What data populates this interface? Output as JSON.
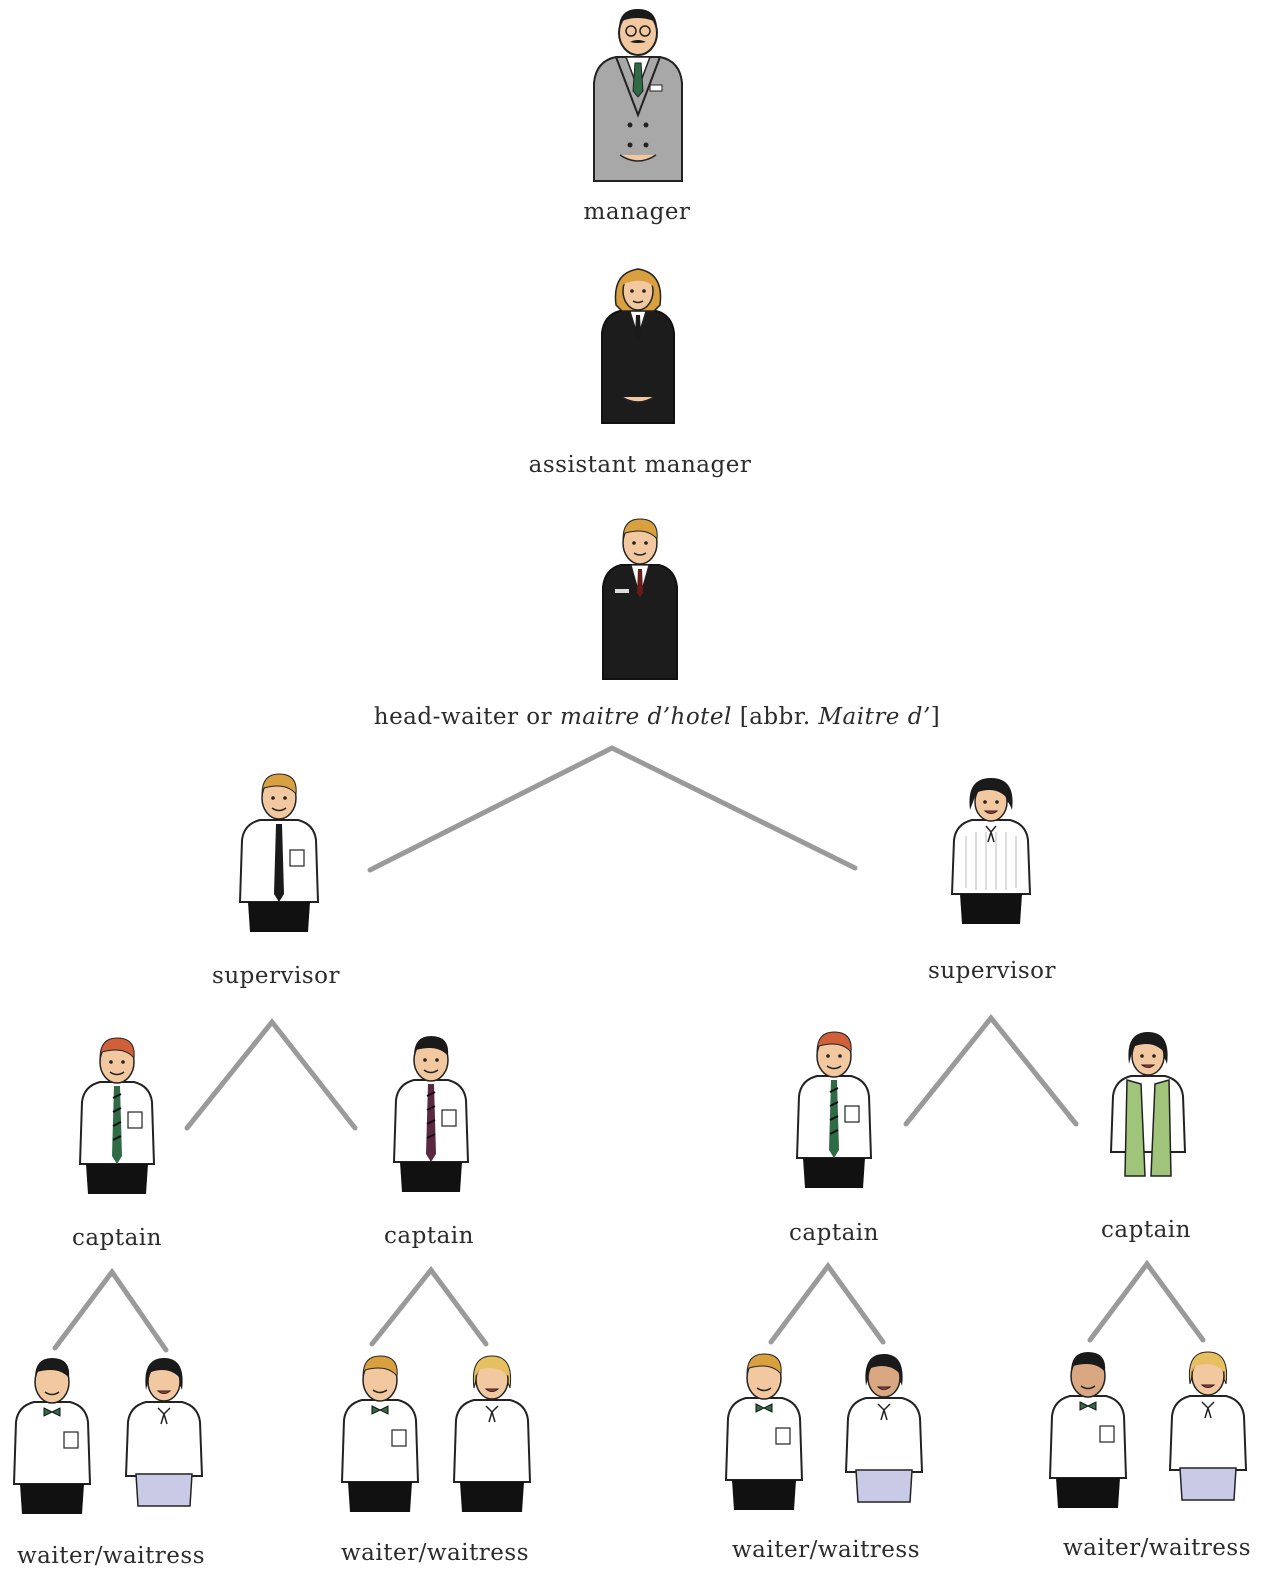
{
  "roles": {
    "manager": "manager",
    "assistant_manager": "assistant manager",
    "head_waiter": {
      "part1": "head-waiter or ",
      "italic1": "maitre d’hotel",
      "part2": " [abbr. ",
      "italic2": "Maitre d’",
      "part3": "]"
    },
    "supervisor_left": "supervisor",
    "supervisor_right": "supervisor",
    "captain_1": "captain",
    "captain_2": "captain",
    "captain_3": "captain",
    "captain_4": "captain",
    "waiter_1": "waiter/waitress",
    "waiter_2": "waiter/waitress",
    "waiter_3": "waiter/waitress",
    "waiter_4": "waiter/waitress"
  },
  "colors": {
    "connector": "#9a9a9a",
    "suit_grey": "#a8a8a8",
    "suit_black": "#1c1c1c",
    "shirt": "#ffffff",
    "trousers": "#111111",
    "skin": "#f2c8a0",
    "hair_blond": "#d9a040",
    "hair_red": "#d0603a",
    "hair_black": "#1a1a1a",
    "tie_green": "#2f6b45",
    "tie_purple": "#5a2840",
    "vest_green": "#9fc47a",
    "apron": "#c9cbe6"
  }
}
